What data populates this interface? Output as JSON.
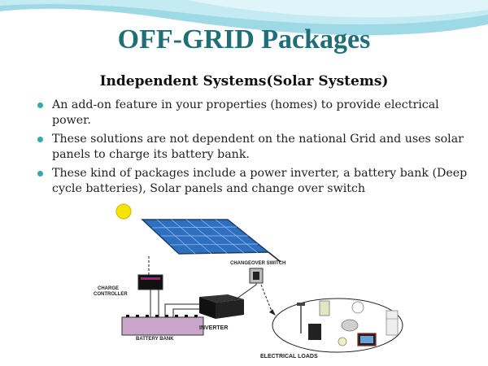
{
  "slide": {
    "title": "OFF-GRID Packages",
    "subtitle": "Independent Systems(Solar Systems)",
    "bullets": [
      "An add-on feature in your properties (homes) to provide electrical power.",
      "These solutions are not dependent on the national Grid and uses solar panels to charge its battery bank.",
      "These kind of  packages include a power inverter, a battery bank (Deep cycle batteries), Solar panels and change over switch"
    ]
  },
  "diagram": {
    "labels": {
      "charge_controller_line1": "CHARGE",
      "charge_controller_line2": "CONTROLLER",
      "battery_bank": "BATTERY BANK",
      "inverter": "INVERTER",
      "changeover_switch": "CHANGEOVER SWITCH",
      "electrical_loads": "ELECTRICAL LOADS"
    }
  },
  "colors": {
    "title": "#1f6f78",
    "accent": "#3aa6b0",
    "sun": "#f5e400",
    "panel": "#2f6fc0"
  }
}
